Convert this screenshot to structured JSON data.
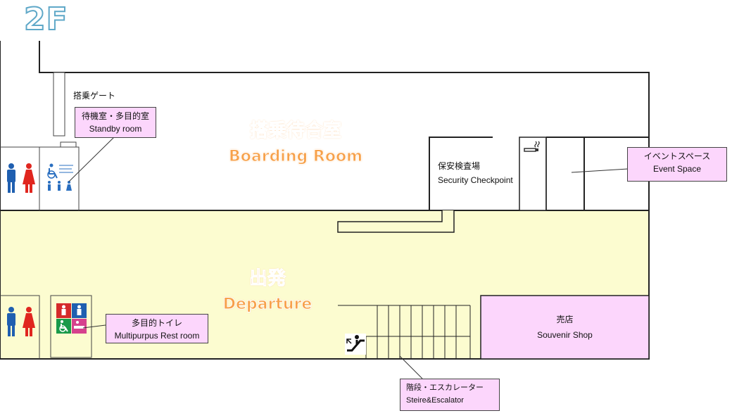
{
  "floor": {
    "label": "2F"
  },
  "areas": {
    "boarding_room": {
      "jp": "搭乗待合室",
      "en": "Boarding Room"
    },
    "departure": {
      "jp": "出発",
      "en": "Departure"
    }
  },
  "labels": {
    "boarding_gate": "搭乗ゲート",
    "security_jp": "保安検査場",
    "security_en": "Security Checkpoint",
    "shop_jp": "売店",
    "shop_en": "Souvenir Shop"
  },
  "callouts": {
    "standby": {
      "jp": "待機室・多目的室",
      "en": "Standby room"
    },
    "event": {
      "jp": "イベントスペース",
      "en": "Event Space"
    },
    "restroom": {
      "jp": "多目的トイレ",
      "en": "Multipurpus Rest room"
    },
    "stairs": {
      "jp": "階段・エスカレーター",
      "en": "Steire&Escalator"
    }
  },
  "icons": {
    "toilet_male_upper": "male-toilet-icon",
    "toilet_female_upper": "female-toilet-icon",
    "multipurpose_sign_upper": "accessible-room-icon",
    "smoking_room": "smoking-icon",
    "toilet_male_lower": "male-toilet-icon",
    "toilet_female_lower": "female-toilet-icon",
    "multipurpose_toilet": "multipurpose-toilet-icon",
    "escalator": "escalator-icon"
  },
  "colors": {
    "departure_fill": "#fcfcd0",
    "shop_fill": "#fcd6fc",
    "callout_fill": "#fcd6fc",
    "title_orange": "#f7a14a",
    "male_blue": "#1f5fb0",
    "female_red": "#e0261f",
    "floor_label_blue": "#5fa8c8"
  }
}
